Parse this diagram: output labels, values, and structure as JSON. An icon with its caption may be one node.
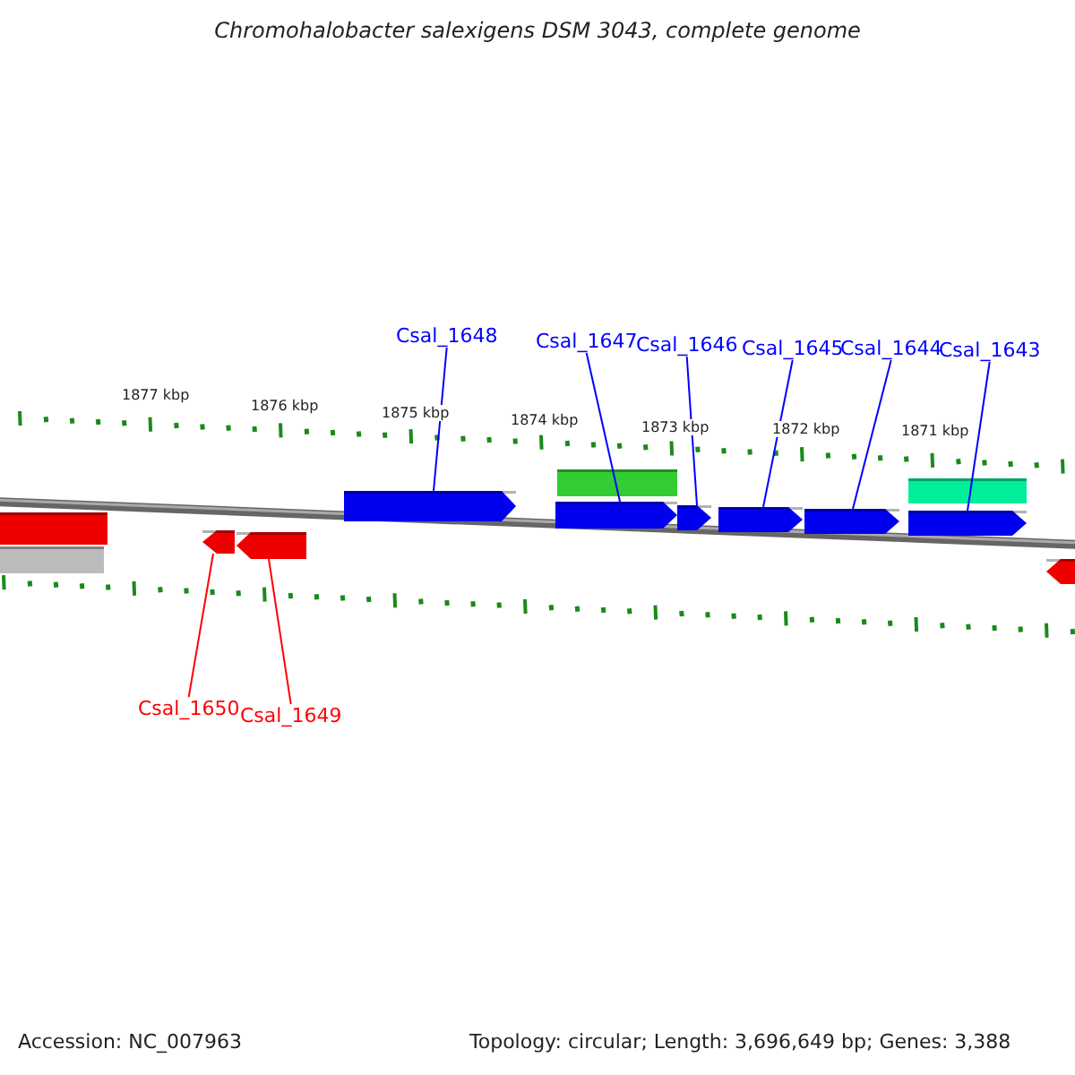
{
  "diagram": {
    "title": "Chromohalobacter salexigens DSM 3043, complete genome",
    "nodes": [
      {
        "text": [
          "Csal_1648"
        ]
      },
      {
        "text": [
          "Csal_1647"
        ]
      },
      {
        "text": [
          "Csal_1646"
        ]
      },
      {
        "text": [
          "Csal_1645"
        ]
      },
      {
        "text": [
          "Csal_1644"
        ]
      },
      {
        "text": [
          "Csal_1643"
        ]
      },
      {
        "text": [
          "Csal_1650"
        ]
      },
      {
        "text": [
          "Csal_1649"
        ]
      },
      {
        "text": [],
        "shape": "bar"
      },
      {
        "text": [],
        "shape": "bar"
      },
      {
        "text": [],
        "shape": "arrow"
      },
      {
        "text": [],
        "shape": "arrow"
      },
      {
        "text": [],
        "shape": "arrow"
      },
      {
        "text": [],
        "shape": "bar"
      },
      {
        "text": [],
        "shape": "arrow"
      },
      {
        "text": [],
        "shape": "arrow"
      },
      {
        "text": [],
        "shape": "arrow"
      },
      {
        "text": [],
        "shape": "arrow"
      },
      {
        "text": [],
        "shape": "bar"
      },
      {
        "text": [],
        "shape": "arrow"
      },
      {
        "text": [],
        "shape": "arrow"
      }
    ],
    "edges": [
      {
        "from": 0,
        "to": 12,
        "arrow": "none"
      },
      {
        "from": 1,
        "to": 14,
        "arrow": "none"
      },
      {
        "from": 2,
        "to": 15,
        "arrow": "none"
      },
      {
        "from": 3,
        "to": 16,
        "arrow": "none"
      },
      {
        "from": 4,
        "to": 17,
        "arrow": "none"
      },
      {
        "from": 5,
        "to": 19,
        "arrow": "none"
      },
      {
        "from": 6,
        "to": 10,
        "arrow": "none",
        "color": "#ff0000"
      },
      {
        "from": 7,
        "to": 11,
        "arrow": "none",
        "color": "#ff0000"
      }
    ],
    "labels": [
      "1877 kbp",
      "1876 kbp",
      "1875 kbp",
      "1874 kbp",
      "1873 kbp",
      "1872 kbp",
      "1871 kbp",
      "Accession: NC_007963",
      "Topology: circular; Length: 3,696,649 bp; Genes: 3,388"
    ]
  }
}
